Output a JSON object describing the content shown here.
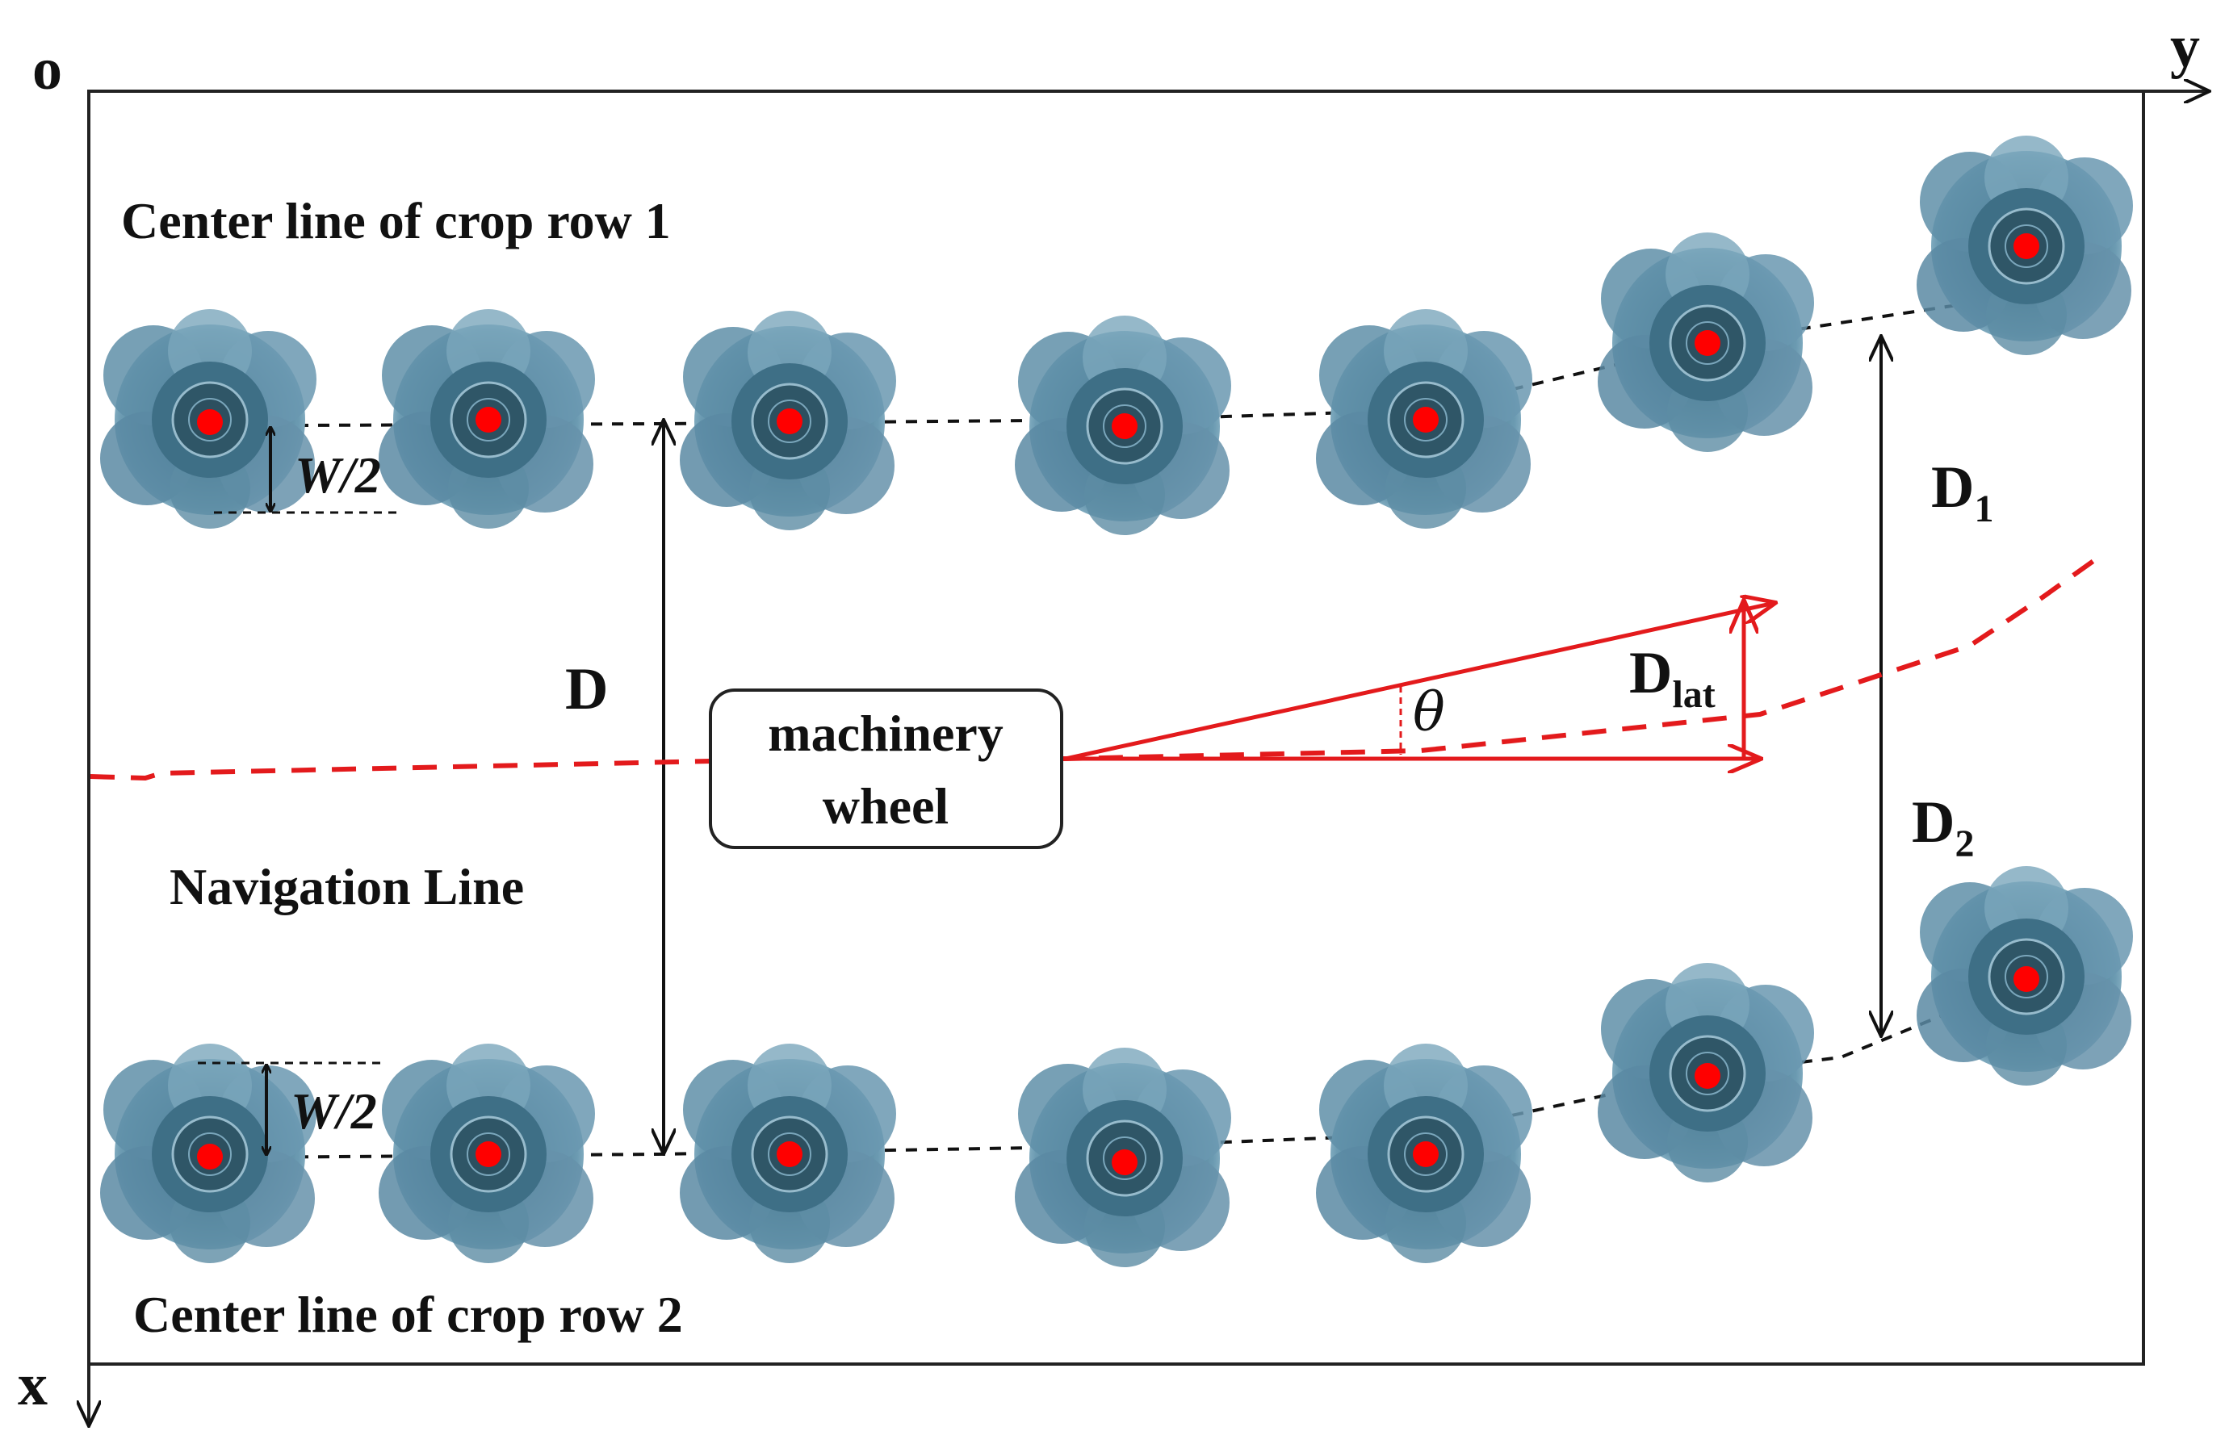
{
  "axes": {
    "origin": "o",
    "y_axis": "y",
    "x_axis": "x"
  },
  "labels": {
    "row1": "Center line of crop row 1",
    "row2": "Center line of crop row 2",
    "navigation": "Navigation Line",
    "spacing": "D",
    "d1_main": "D",
    "d1_sub": "1",
    "d2_main": "D",
    "d2_sub": "2",
    "dlat_main": "D",
    "dlat_sub": "lat",
    "theta": "θ",
    "half_width": "W/2"
  },
  "machinery": {
    "line1": "machinery",
    "line2": "wheel"
  },
  "colors": {
    "frame": "#222222",
    "row_line": "#111111",
    "navigation": "#e31a1c",
    "center_dot": "#ff0000",
    "plant_outer": "#5f8fa8",
    "plant_mid": "#3e6f86",
    "plant_core": "#2c4f5f"
  },
  "icons": {
    "plant": "cabbage-plant-icon",
    "arrow": "double-arrow-icon"
  }
}
